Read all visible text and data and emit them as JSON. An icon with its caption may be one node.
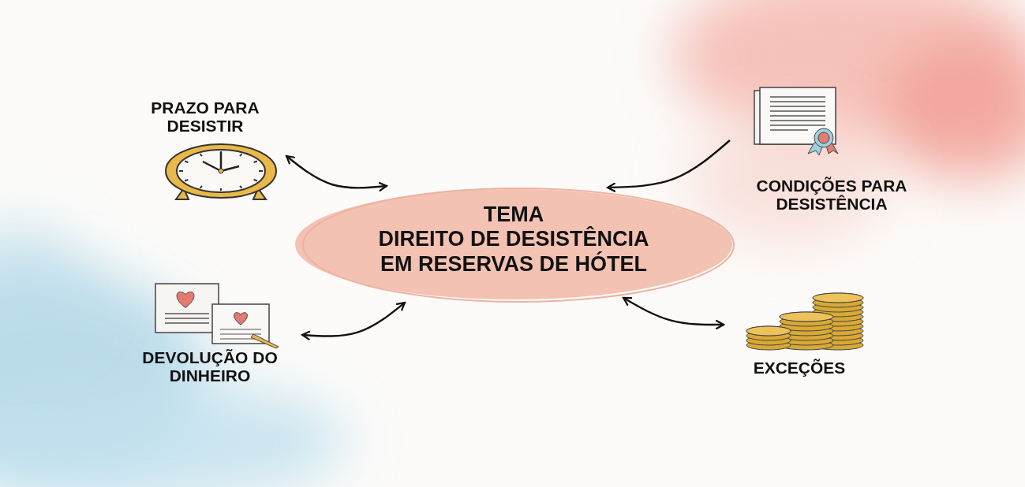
{
  "diagram": {
    "nodes": [
      {
        "text": [
          "PRAZO PARA DESISTIR"
        ]
      },
      {
        "text": [
          "CONDIÇÕES PARA DESISTÊNCIA"
        ]
      },
      {
        "text": [
          "TEMA",
          "DIREITO DE DESISTÊNCIA EM RESERVAS DE HÓTEL"
        ]
      },
      {
        "text": [
          "DEVOLUÇÃO DO DINHEIRO"
        ]
      },
      {
        "text": [
          "EXCEÇÕES"
        ]
      }
    ],
    "edges": [
      {
        "from": 0,
        "to": 2,
        "arrow": "both"
      },
      {
        "from": 1,
        "to": 2,
        "arrow": "to"
      },
      {
        "from": 3,
        "to": 2,
        "arrow": "both"
      },
      {
        "from": 4,
        "to": 2,
        "arrow": "both"
      }
    ]
  }
}
